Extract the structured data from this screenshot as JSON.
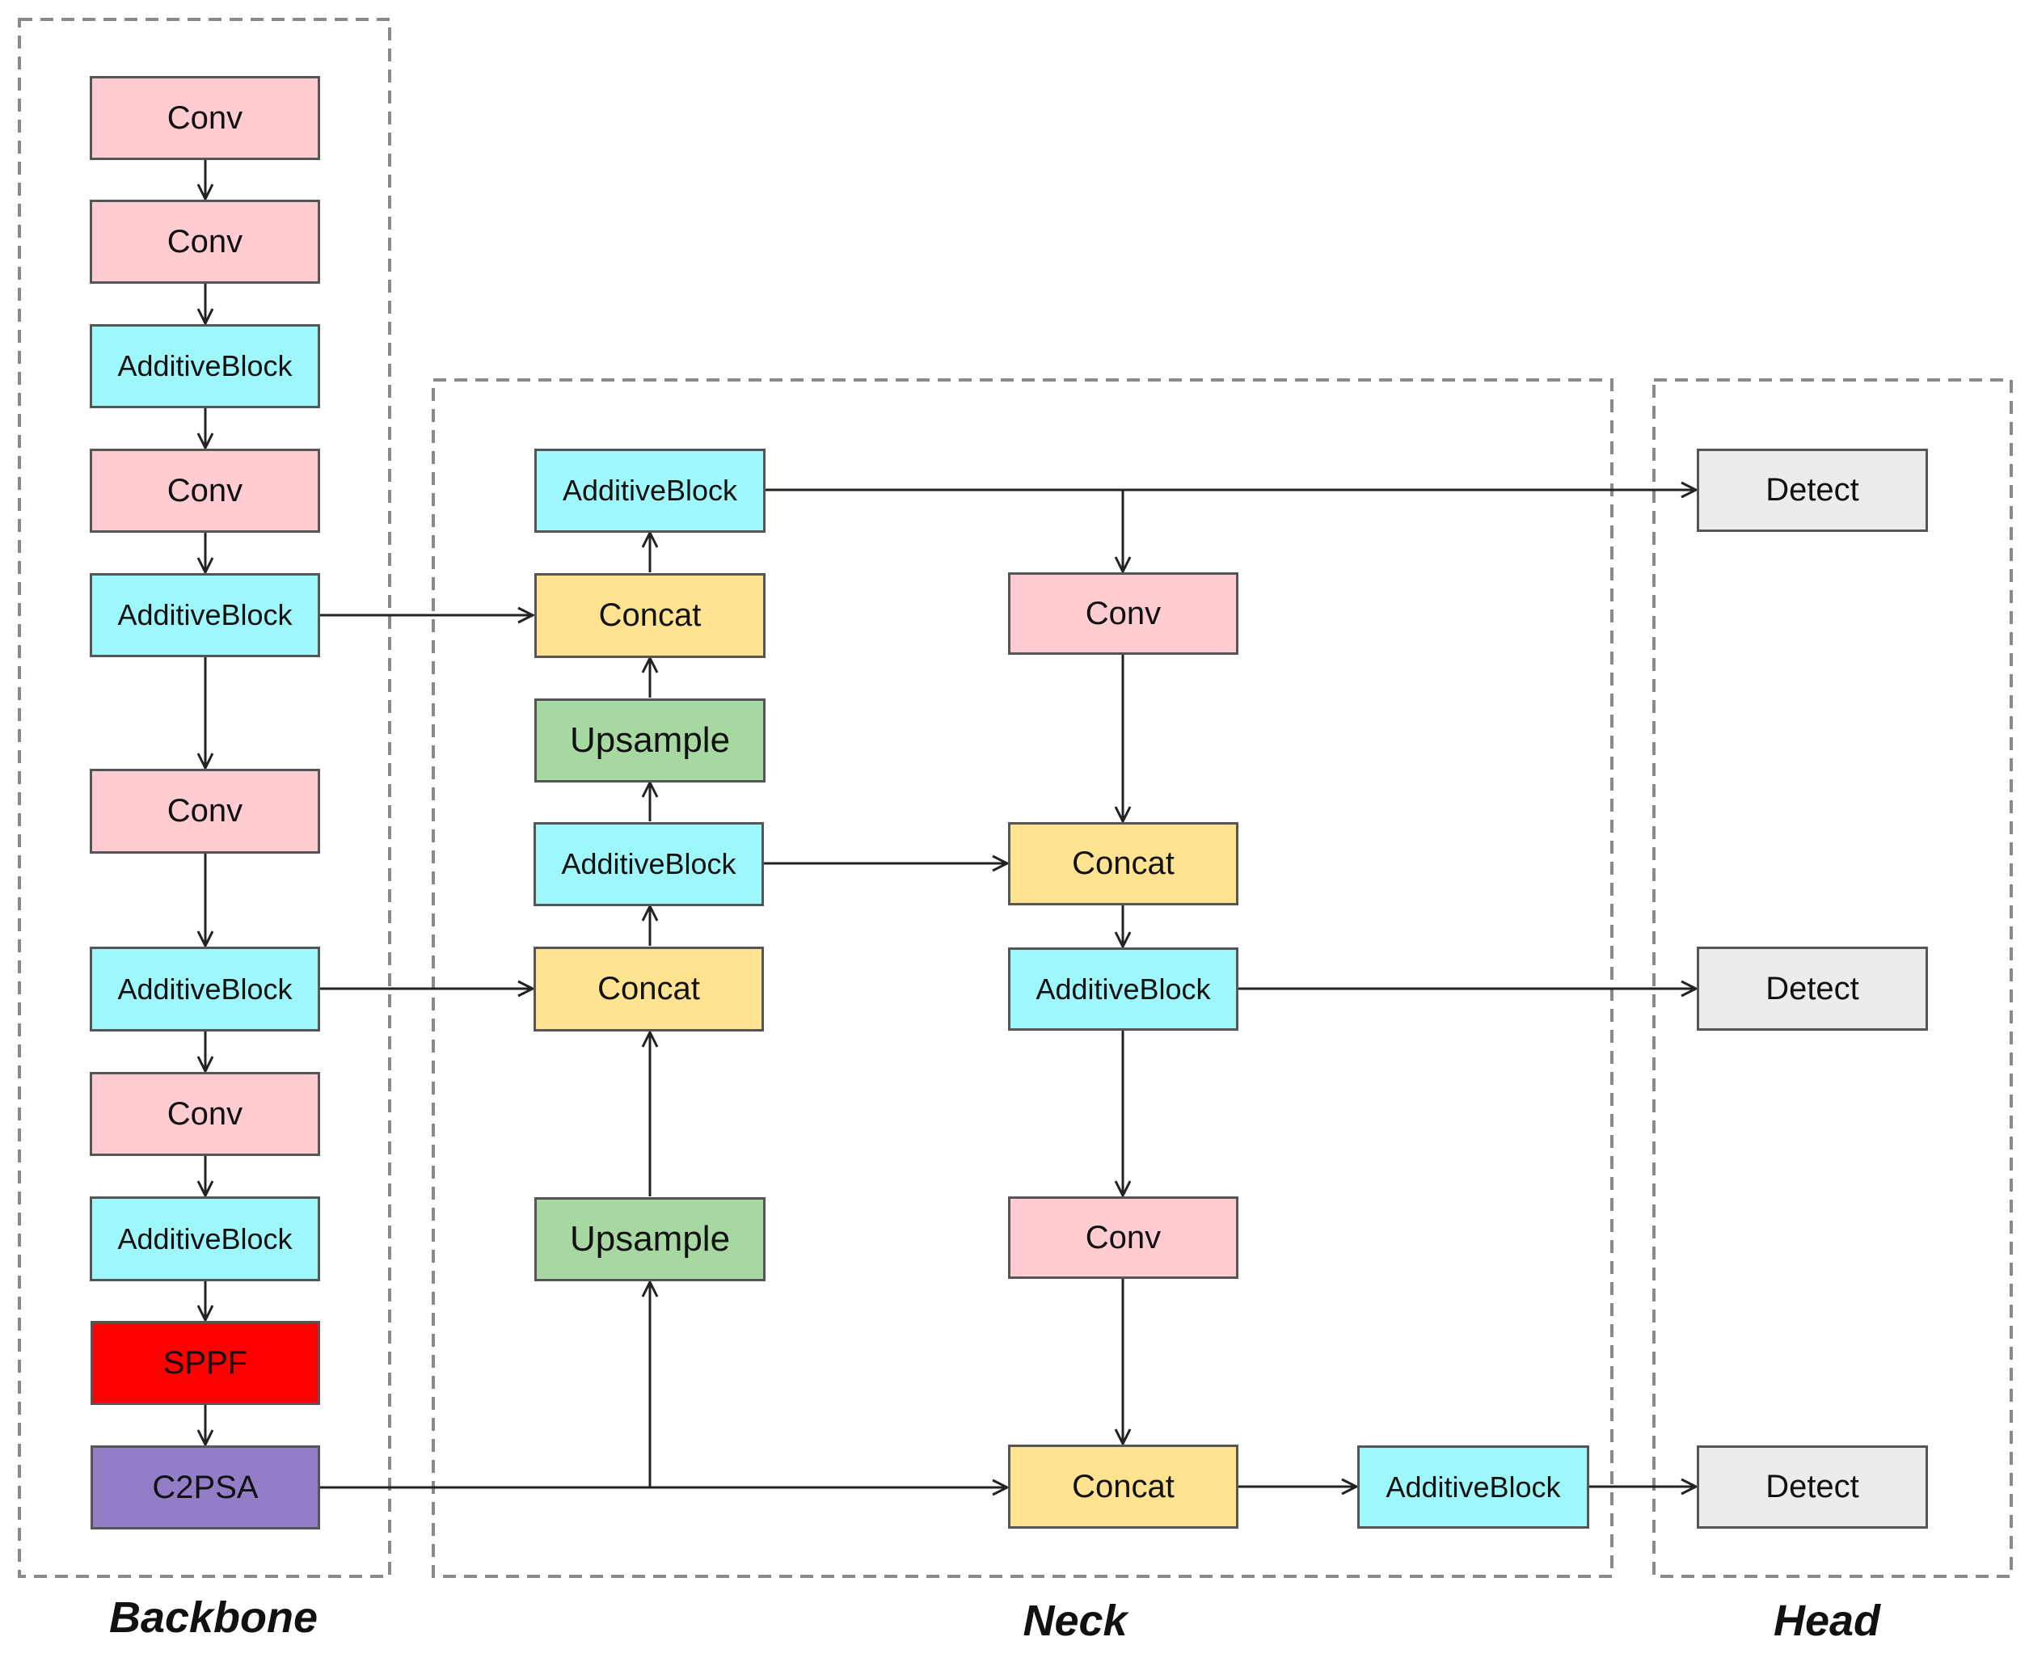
{
  "groups": {
    "backbone": "Backbone",
    "neck": "Neck",
    "head": "Head"
  },
  "colors": {
    "conv": "#ffccd1",
    "additive_block": "#9ef8fb",
    "concat": "#ffe391",
    "upsample": "#a8d8a2",
    "sppf": "#ff0000",
    "c2psa": "#937dc6",
    "detect": "#ececec"
  },
  "backbone": {
    "b1": "Conv",
    "b2": "Conv",
    "b3": "AdditiveBlock",
    "b4": "Conv",
    "b5": "AdditiveBlock",
    "b6": "Conv",
    "b7": "AdditiveBlock",
    "b8": "Conv",
    "b9": "AdditiveBlock",
    "b10": "SPPF",
    "b11": "C2PSA"
  },
  "neck": {
    "n_ab_top": "AdditiveBlock",
    "n_concat1": "Concat",
    "n_up1": "Upsample",
    "n_ab_mid": "AdditiveBlock",
    "n_concat2": "Concat",
    "n_up2": "Upsample",
    "n_conv1": "Conv",
    "n_concat3": "Concat",
    "n_ab3": "AdditiveBlock",
    "n_conv2": "Conv",
    "n_concat4": "Concat",
    "n_ab4": "AdditiveBlock"
  },
  "head": {
    "h1": "Detect",
    "h2": "Detect",
    "h3": "Detect"
  }
}
